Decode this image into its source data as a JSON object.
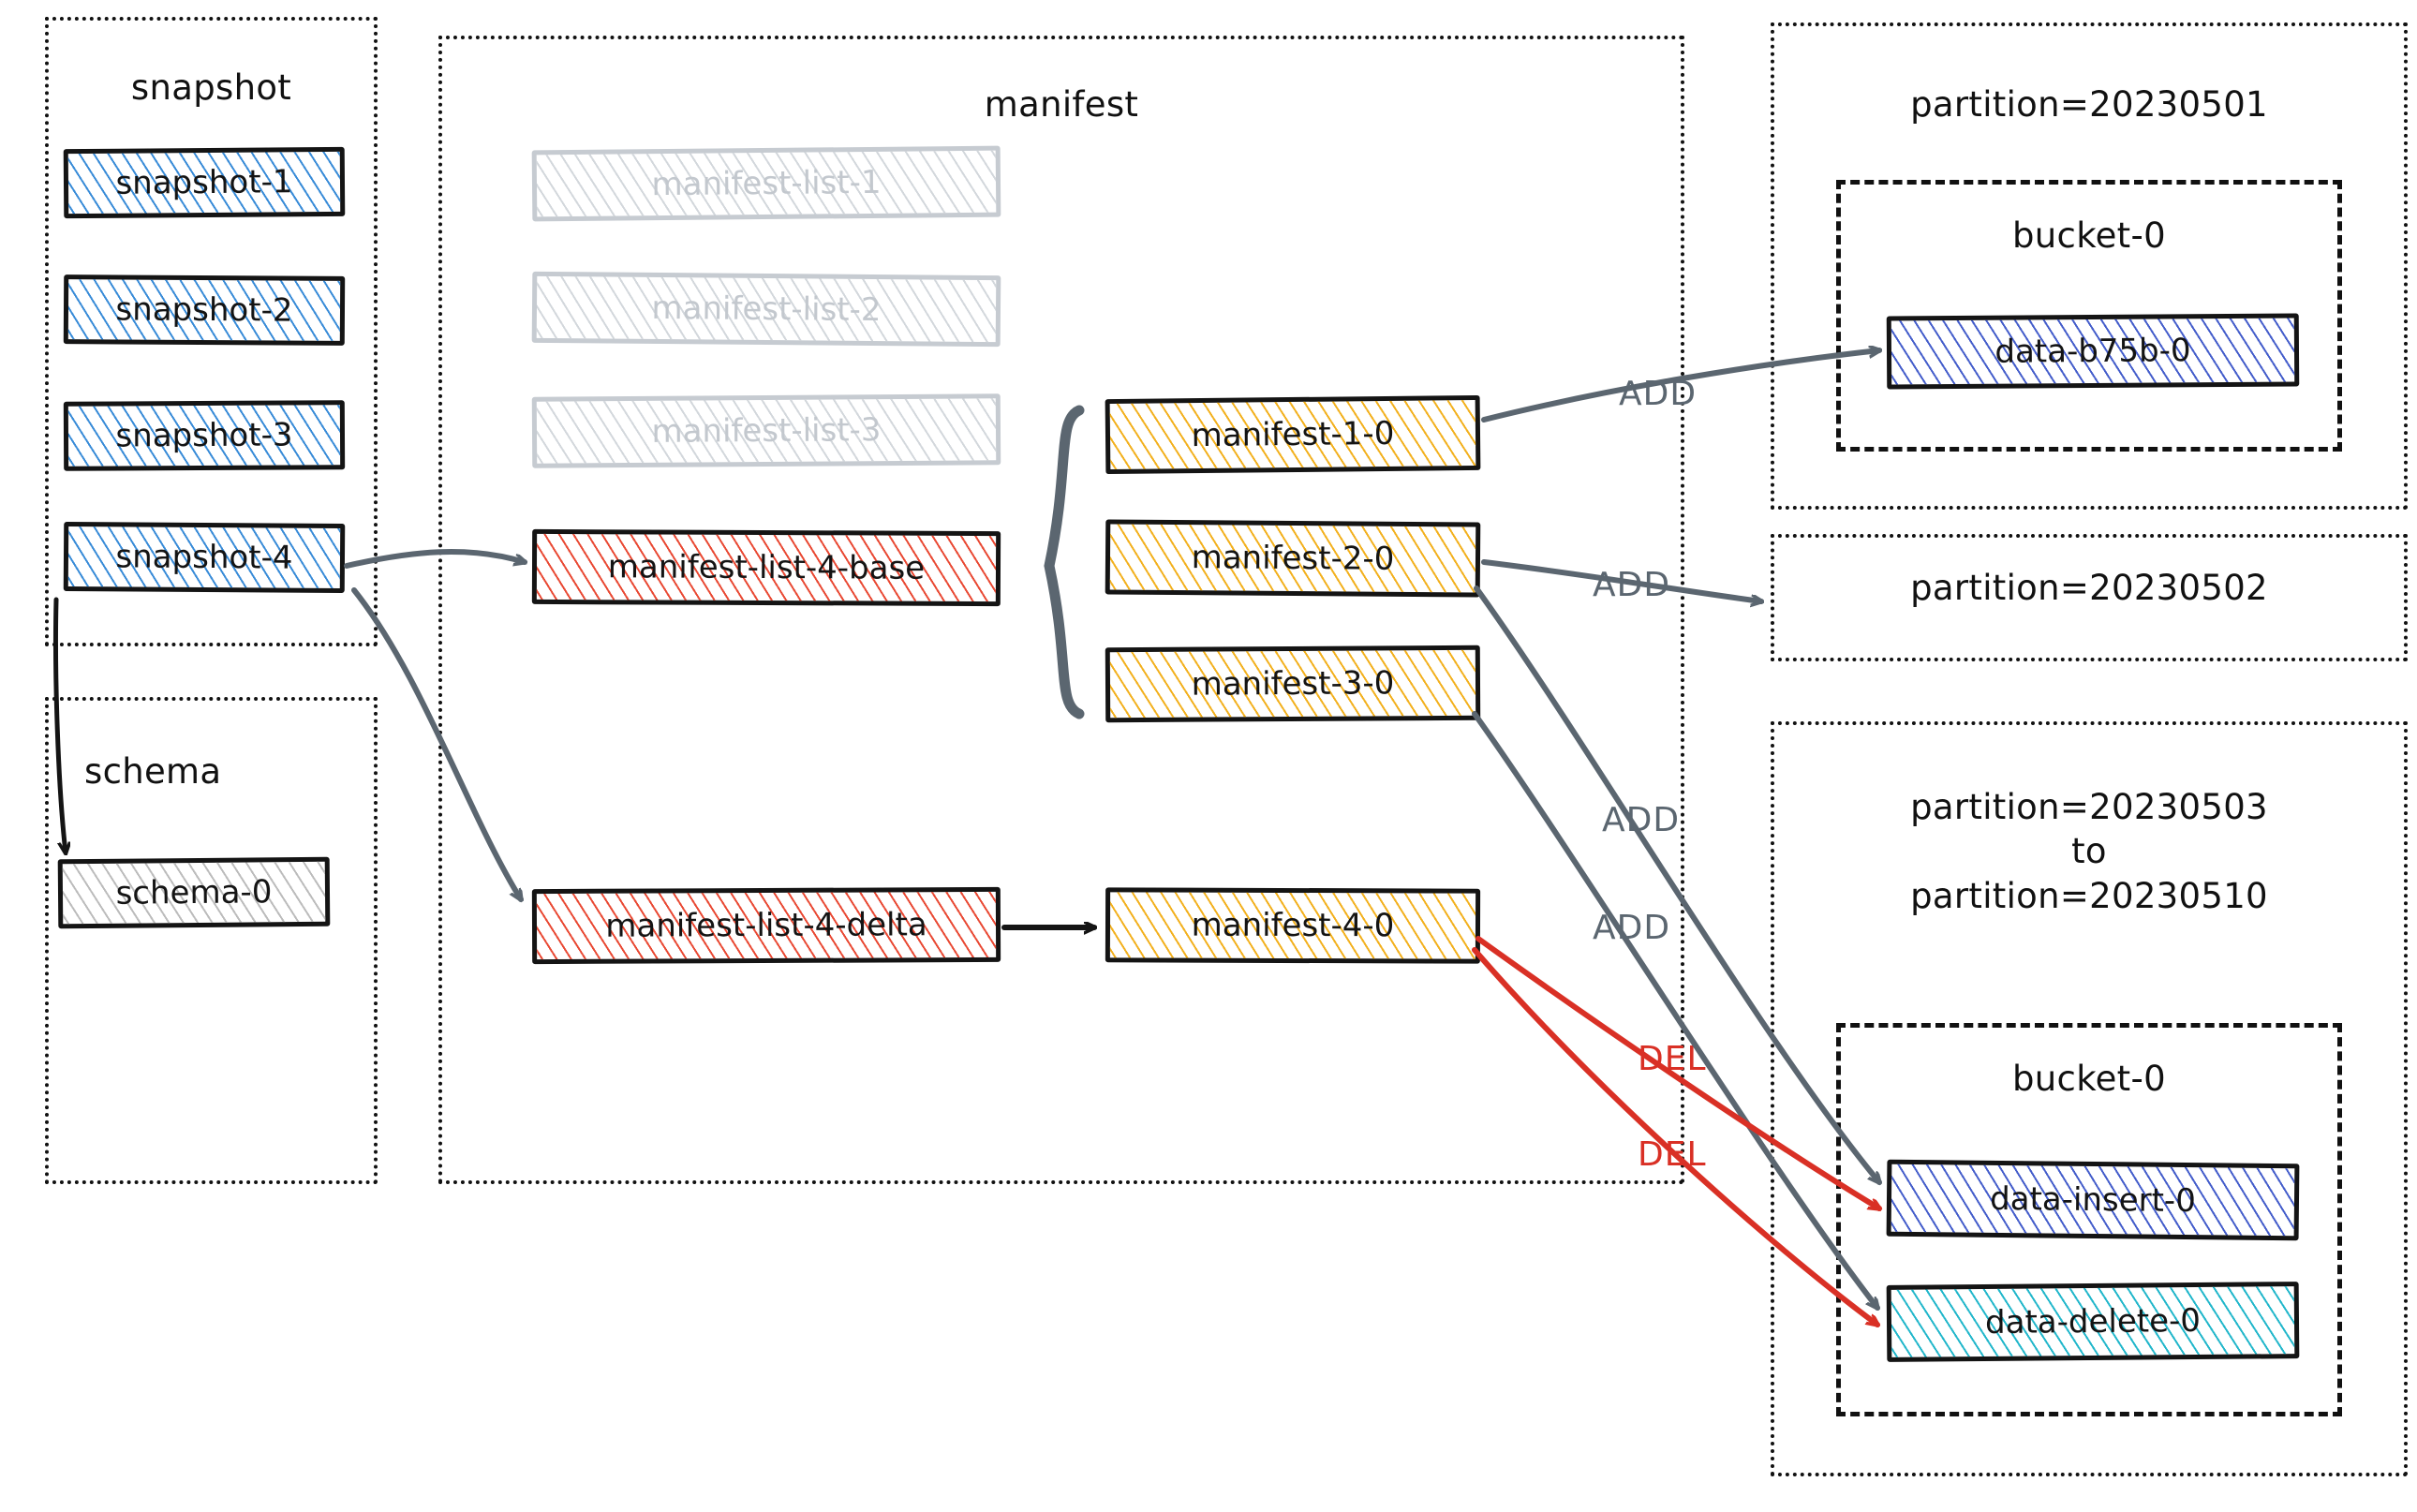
{
  "diagram": {
    "title": "iceberg-snapshot-manifest-data-layout",
    "colors": {
      "snapshot_hatch": "#2f86d6",
      "manifest_list_ghost": "#ced3d8",
      "manifest_list_active": "#e8402a",
      "manifest_hatch": "#f2ad13",
      "schema_hatch": "#b9b9b9",
      "data_insert_hatch": "#3b55c8",
      "data_delete_hatch": "#17b3c8",
      "add_label": "#5b6670",
      "del_label": "#d93025",
      "stroke": "#141414"
    }
  },
  "panels": {
    "snapshot": {
      "title": "snapshot"
    },
    "schema": {
      "title": "schema"
    },
    "manifest": {
      "title": "manifest"
    },
    "partition_1": {
      "title": "partition=20230501"
    },
    "partition_2": {
      "title": "partition=20230502"
    },
    "partition_3": {
      "title": "partition=20230503\nto\npartition=20230510"
    },
    "bucket_top": {
      "title": "bucket-0"
    },
    "bucket_bottom": {
      "title": "bucket-0"
    }
  },
  "snapshots": [
    {
      "label": "snapshot-1",
      "style": "blue"
    },
    {
      "label": "snapshot-2",
      "style": "blue"
    },
    {
      "label": "snapshot-3",
      "style": "blue"
    },
    {
      "label": "snapshot-4",
      "style": "blue"
    }
  ],
  "schema_nodes": [
    {
      "label": "schema-0",
      "style": "gray"
    }
  ],
  "manifest_lists": [
    {
      "label": "manifest-list-1",
      "style": "ghost"
    },
    {
      "label": "manifest-list-2",
      "style": "ghost"
    },
    {
      "label": "manifest-list-3",
      "style": "ghost"
    },
    {
      "label": "manifest-list-4-base",
      "style": "red"
    },
    {
      "label": "manifest-list-4-delta",
      "style": "red"
    }
  ],
  "manifests": [
    {
      "label": "manifest-1-0",
      "style": "yellow"
    },
    {
      "label": "manifest-2-0",
      "style": "yellow"
    },
    {
      "label": "manifest-3-0",
      "style": "yellow"
    },
    {
      "label": "manifest-4-0",
      "style": "yellow"
    }
  ],
  "data_files": [
    {
      "label": "data-b75b-0",
      "style": "indigo",
      "partition": "partition=20230501",
      "bucket": "bucket-0"
    },
    {
      "label": "data-insert-0",
      "style": "indigo",
      "partition": "partition=20230503 to partition=20230510",
      "bucket": "bucket-0"
    },
    {
      "label": "data-delete-0",
      "style": "cyan",
      "partition": "partition=20230503 to partition=20230510",
      "bucket": "bucket-0"
    }
  ],
  "edge_labels": {
    "add_1": "ADD",
    "add_2": "ADD",
    "add_3": "ADD",
    "add_4": "ADD",
    "del_1": "DEL",
    "del_2": "DEL"
  }
}
